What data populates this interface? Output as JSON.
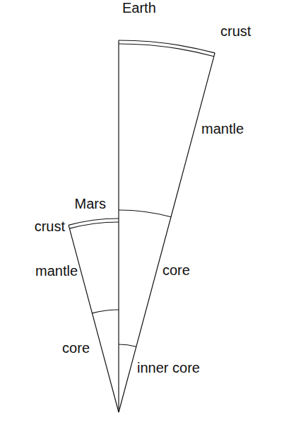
{
  "diagram": {
    "labels": [
      "Earth",
      "crust",
      "mantle",
      "core",
      "inner core",
      "Mars",
      "crust",
      "mantle",
      "core"
    ]
  }
}
